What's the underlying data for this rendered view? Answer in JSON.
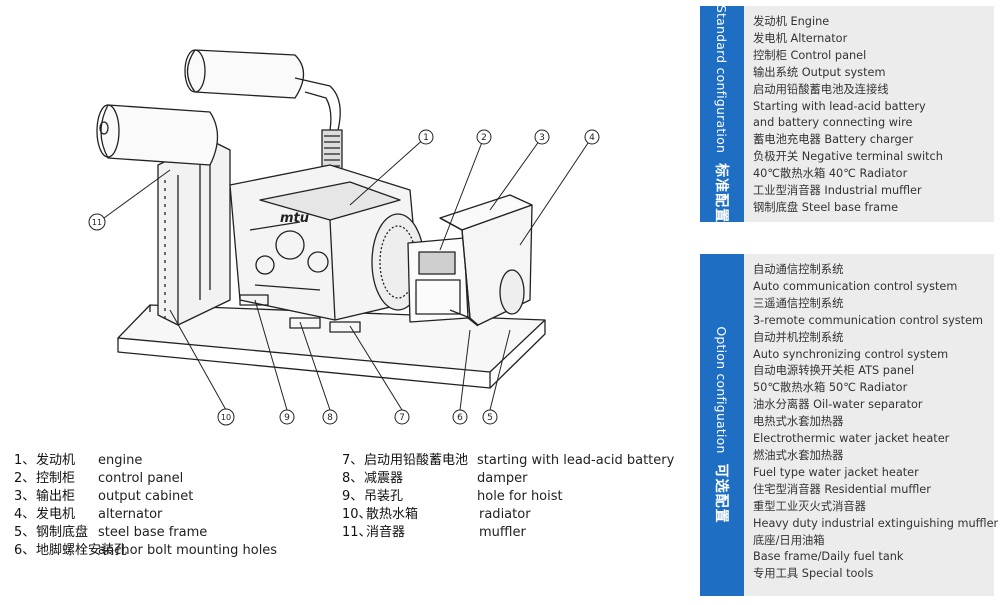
{
  "callout_numbers": [
    "1",
    "2",
    "3",
    "4",
    "5",
    "6",
    "7",
    "8",
    "9",
    "10",
    "11"
  ],
  "legend_left": [
    {
      "num": "1、",
      "zh": "发动机",
      "en": "engine"
    },
    {
      "num": "2、",
      "zh": "控制柜",
      "en": "control panel"
    },
    {
      "num": "3、",
      "zh": "输出柜",
      "en": "output cabinet"
    },
    {
      "num": "4、",
      "zh": "发电机",
      "en": "alternator"
    },
    {
      "num": "5、",
      "zh": "钢制底盘",
      "en": "steel base frame"
    },
    {
      "num": "6、",
      "zh": "地脚螺栓安装孔",
      "en": "anchor bolt mounting holes"
    }
  ],
  "legend_right": [
    {
      "num": "7、",
      "zh": "启动用铅酸蓄电池",
      "en": "starting with lead-acid battery"
    },
    {
      "num": "8、",
      "zh": "减震器",
      "en": "damper"
    },
    {
      "num": "9、",
      "zh": "吊装孔",
      "en": "hole for hoist"
    },
    {
      "num": "10、",
      "zh": "散热水箱",
      "en": "radiator"
    },
    {
      "num": "11、",
      "zh": "消音器",
      "en": "muffler"
    }
  ],
  "standard_panel": {
    "title_en": "Standard configuration",
    "title_zh": "标准配置",
    "items": [
      "发动机 Engine",
      "发电机 Alternator",
      "控制柜 Control panel",
      "输出系统 Output system",
      "启动用铅酸蓄电池及连接线",
      "Starting with lead-acid battery",
      "and battery connecting wire",
      "蓄电池充电器 Battery charger",
      "负极开关 Negative terminal switch",
      "40℃散热水箱 40℃ Radiator",
      "工业型消音器 Industrial muffler",
      "钢制底盘 Steel base frame"
    ]
  },
  "option_panel": {
    "title_en": "Option configuation",
    "title_zh": "可选配置",
    "items": [
      "自动通信控制系统",
      "Auto communication control system",
      "三遥通信控制系统",
      "3-remote communication control system",
      "自动并机控制系统",
      "Auto synchronizing control system",
      "自动电源转换开关柜 ATS panel",
      "50℃散热水箱 50℃ Radiator",
      "油水分离器 Oil-water separator",
      "电热式水套加热器",
      "Electrothermic water jacket heater",
      "燃油式水套加热器",
      "Fuel type water jacket heater",
      "住宅型消音器 Residential muffler",
      "重型工业灭火式消音器",
      "Heavy duty industrial extinguishing muffler",
      "底座/日用油箱",
      "Base frame/Daily fuel tank",
      "专用工具 Special tools"
    ]
  },
  "colors": {
    "accent": "#1e6fc4",
    "panel_bg": "#ececec",
    "line": "#222222"
  }
}
